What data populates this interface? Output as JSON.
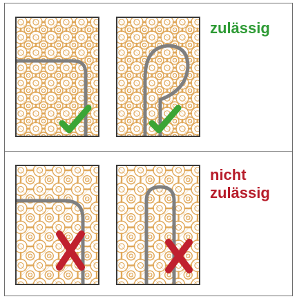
{
  "rows": [
    {
      "caption": [
        "zulässig"
      ],
      "verdict": "allowed",
      "mark_icon": "checkmark-icon",
      "mark_color": "#3ba536"
    },
    {
      "caption": [
        "nicht",
        "zulässig"
      ],
      "verdict": "not-allowed",
      "mark_icon": "x-mark-icon",
      "mark_color": "#c0202e"
    }
  ],
  "colors": {
    "pipe": "#7f7f7f",
    "grid": "#e0a85a",
    "border": "#3a3a3a"
  }
}
